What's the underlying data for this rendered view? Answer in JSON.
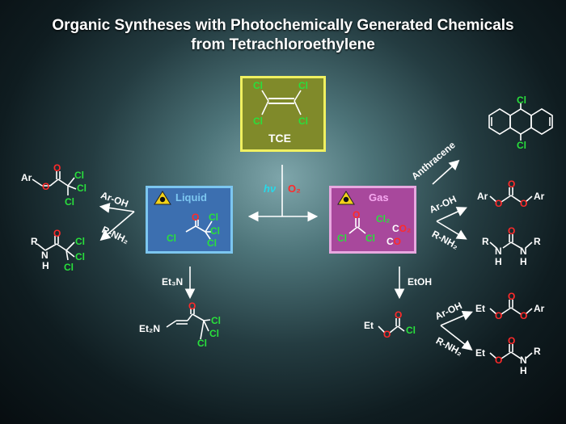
{
  "title": {
    "line1": "Organic Syntheses with Photochemically Generated Chemicals",
    "line2": "from Tetrachloroethylene"
  },
  "tce": {
    "cl": "Cl",
    "name": "TCE"
  },
  "conditions": {
    "hv": "hν",
    "o2": "O₂"
  },
  "liquid": {
    "label": "Liquid",
    "o": "O",
    "cl": "Cl"
  },
  "gas": {
    "label": "Gas",
    "o": "O",
    "cl": "Cl",
    "cl2": "Cl₂",
    "co2": "CO₂",
    "co": "CO"
  },
  "reagents": {
    "ar_oh": "Ar-OH",
    "r_nh2": "R-NH₂",
    "et3n": "Et₃N",
    "etoh": "EtOH",
    "anthracene": "Anthracene"
  },
  "atoms": {
    "ar": "Ar",
    "o": "O",
    "cl": "Cl",
    "r": "R",
    "n": "N",
    "h": "H",
    "et": "Et",
    "et2n": "Et₂N"
  },
  "colors": {
    "chlorine": "#29e03c",
    "oxygen": "#ff2a2a",
    "tce_fill": "#808a2a",
    "liquid_fill": "#3c6fb0",
    "gas_fill": "#a8489c"
  },
  "icons": [
    "toxic-skull-icon"
  ]
}
